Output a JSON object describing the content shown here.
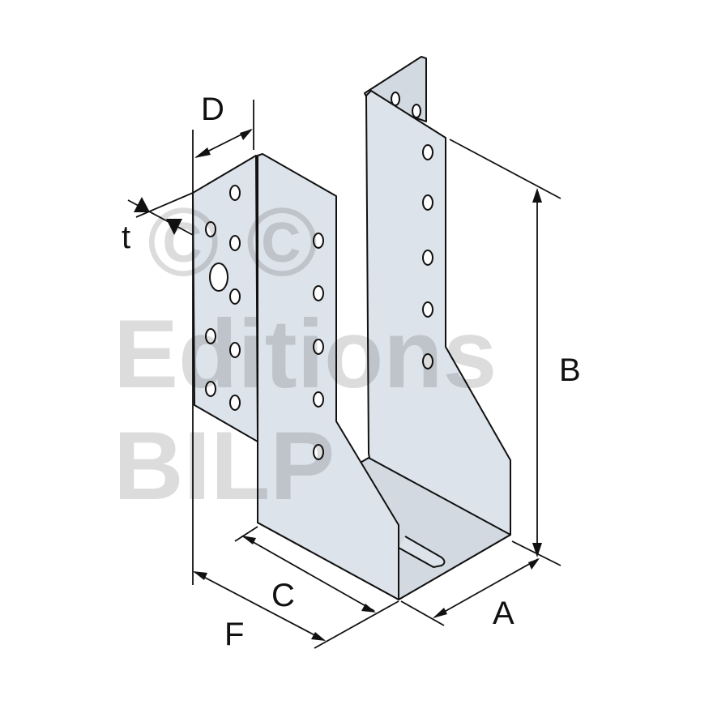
{
  "watermark": {
    "symbols": "© ©",
    "line1": "Editions",
    "line2": "BILP"
  },
  "labels": {
    "D": "D",
    "t": "t",
    "B": "B",
    "A": "A",
    "C": "C",
    "F": "F"
  },
  "colors": {
    "metal": "#dde3ea",
    "watermark": "#dedede",
    "line": "#111111"
  }
}
